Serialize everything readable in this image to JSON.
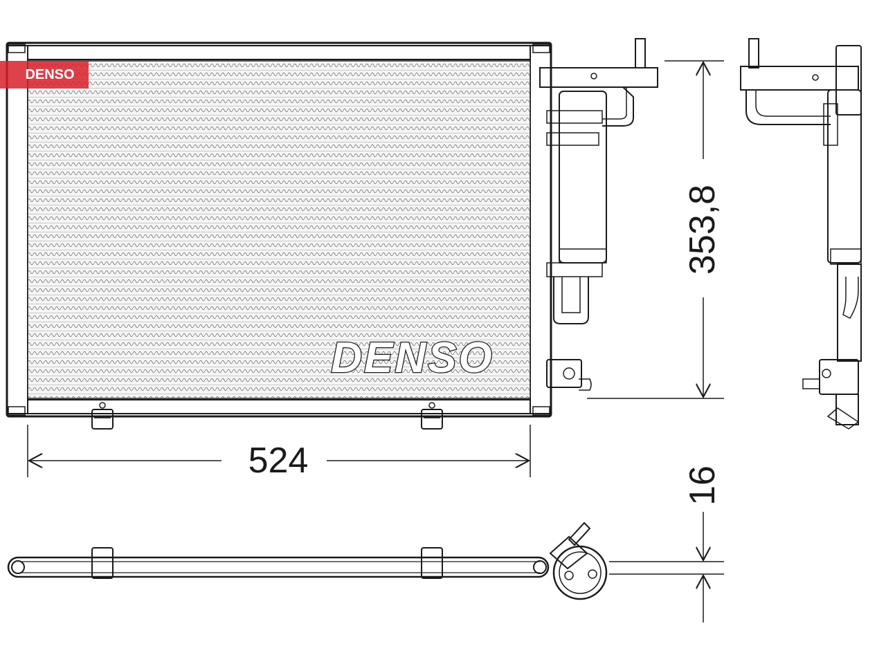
{
  "brand": {
    "logo_text": "DENSO",
    "badge_text": "DENSO",
    "badge_color": "#d9202a"
  },
  "dimensions": {
    "width": "524",
    "height": "353,8",
    "depth": "16"
  },
  "colors": {
    "line": "#1a1a1a",
    "core_fill": "#f2f2f2",
    "background": "#ffffff"
  }
}
